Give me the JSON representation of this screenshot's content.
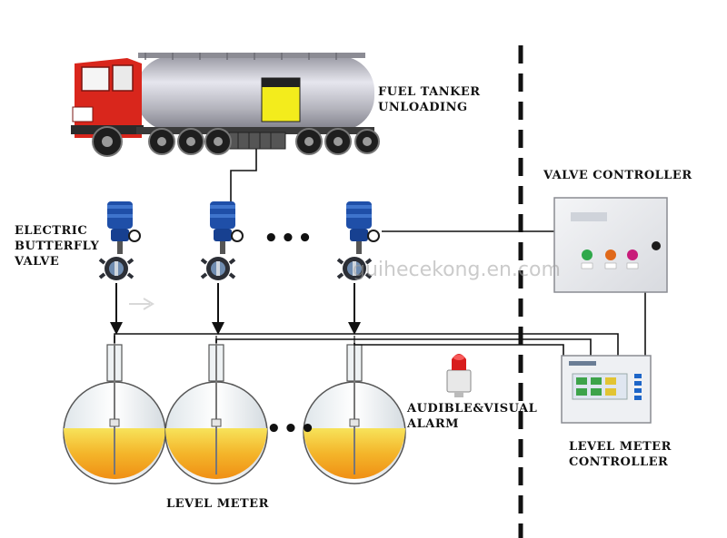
{
  "labels": {
    "fuel_tanker": [
      "FUEL TANKER",
      "UNLOADING"
    ],
    "butterfly_valve": [
      "ELECTRIC",
      "BUTTERFLY",
      "VALVE"
    ],
    "valve_controller": "VALVE CONTROLLER",
    "alarm": [
      "AUDIBLE&VISUAL",
      "ALARM"
    ],
    "level_meter_controller": [
      "LEVEL METER",
      "CONTROLLER"
    ],
    "level_meter": "LEVEL METER"
  },
  "ellipsis": "•••",
  "watermark": "guihecekong.en.com",
  "colors": {
    "truck_cab": "#d9261c",
    "tank_silver": "#c8c8d0",
    "hatch_yellow": "#f3ec1c",
    "valve_blue": "#1f4fa8",
    "fuel_orange": "#f2a51c",
    "fuel_yellow": "#f7dd4a",
    "line": "#111111"
  },
  "icons": [
    "fuel-truck-icon",
    "electric-actuator-icon",
    "butterfly-valve-icon",
    "storage-tank-icon",
    "alarm-beacon-icon",
    "valve-controller-box-icon",
    "level-meter-controller-icon"
  ]
}
